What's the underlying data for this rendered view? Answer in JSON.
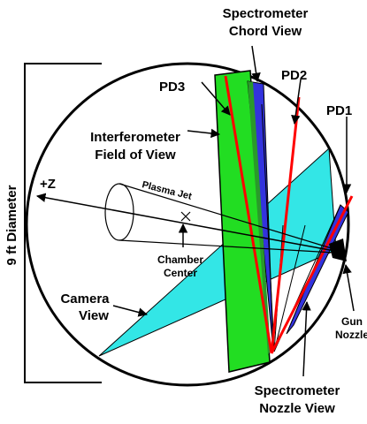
{
  "diameter_label": "9 ft Diameter",
  "labels": {
    "spectrometer_chord_line1": "Spectrometer",
    "spectrometer_chord_line2": "Chord View",
    "pd3": "PD3",
    "pd2": "PD2",
    "pd1": "PD1",
    "interferometer_line1": "Interferometer",
    "interferometer_line2": "Field of View",
    "plus_z": "+Z",
    "plasma_jet": "Plasma Jet",
    "chamber_center_line1": "Chamber",
    "chamber_center_line2": "Center",
    "camera_line1": "Camera",
    "camera_line2": "View",
    "gun_nozzle_line1": "Gun",
    "gun_nozzle_line2": "Nozzle",
    "spectrometer_nozzle_line1": "Spectrometer",
    "spectrometer_nozzle_line2": "Nozzle View"
  },
  "colors": {
    "interferometer": "#22dd22",
    "spectrometer": "#3333dd",
    "camera": "#33e6e6",
    "photodiode_lines": "#ff0000",
    "outline": "#000000"
  }
}
